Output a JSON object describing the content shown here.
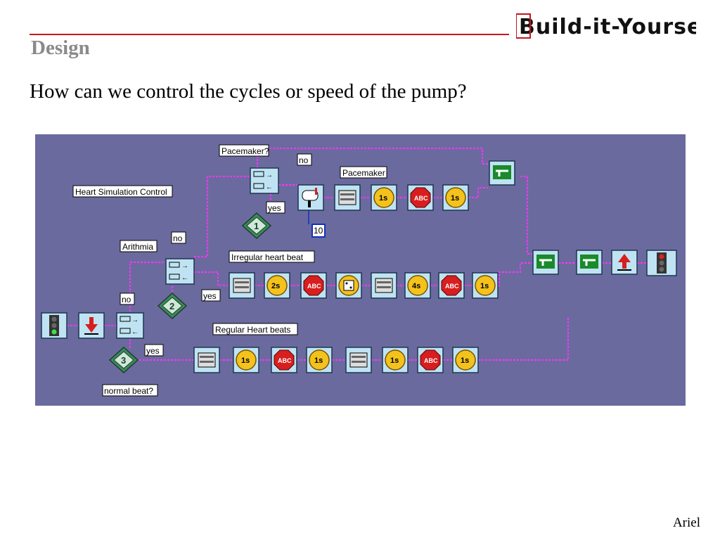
{
  "page": {
    "title": "Design",
    "question": "How can we control the cycles or speed of the pump?",
    "logo_text": "Build-it-Yourself",
    "footer_name": "Ariel"
  },
  "diagram": {
    "labels": {
      "heart_simulation_control": "Heart Simulation Control",
      "pacemaker_question": "Pacemaker?",
      "pacemaker": "Pacemaker",
      "arithmia": "Arithmia",
      "irregular_heart_beat": "Irregular heart beat",
      "regular_heart_beats": "Regular Heart beats",
      "normal_beat": "normal beat?",
      "no_top": "no",
      "yes_top": "yes",
      "no_mid": "no",
      "yes_mid": "yes",
      "no_bottom": "no",
      "yes_bottom": "yes",
      "counter_value": "10"
    },
    "branches": [
      {
        "number": "3"
      },
      {
        "number": "2"
      },
      {
        "number": "1"
      }
    ],
    "pacemaker_row": {
      "timers": [
        "1s",
        "1s"
      ],
      "stop_text": "ABC"
    },
    "irregular_row": {
      "timers": [
        "2s",
        "4s",
        "1s"
      ],
      "stop_text": "ABC"
    },
    "regular_row": {
      "timers": [
        "1s",
        "1s",
        "1s",
        "1s"
      ],
      "stop_text": "ABC"
    },
    "colors": {
      "background": "#6b6a9e",
      "wire": "#ff33ff",
      "tile": "#bfe3f2",
      "timer": "#f4c21c",
      "stop": "#d81e1e",
      "branch": "#3c8a5c"
    },
    "icons": [
      "traffic-light-icon",
      "down-arrow-icon",
      "up-arrow-icon",
      "fork-icon",
      "stopwatch-icon",
      "stop-sign-icon",
      "mailbox-icon",
      "motor-icon",
      "dice-icon",
      "branch-diamond-icon"
    ]
  }
}
